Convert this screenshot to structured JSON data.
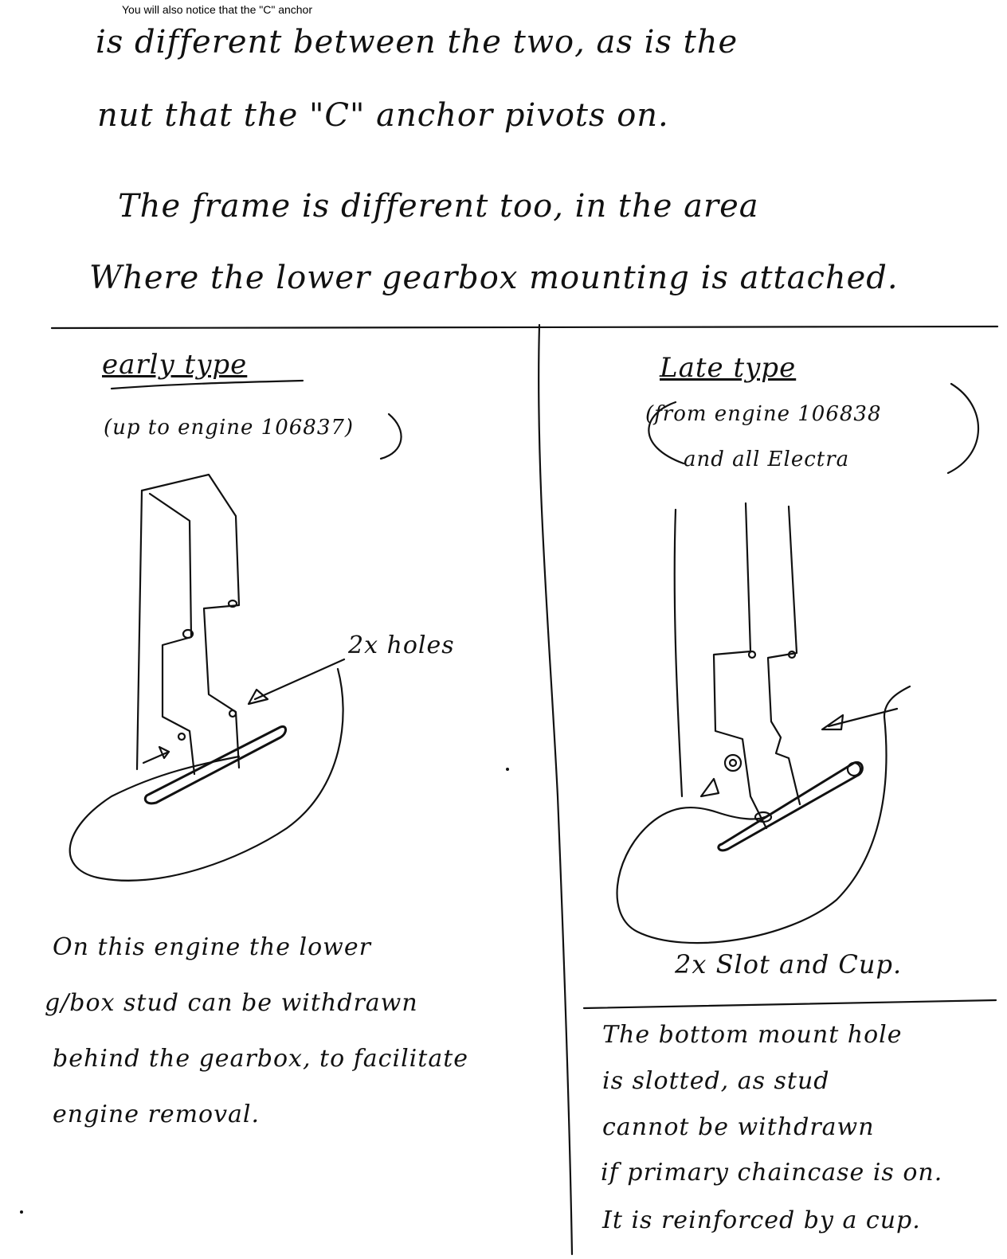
{
  "typed_note": "You will also notice that the \"C\" anchor",
  "intro": {
    "line1": "is different between the two, as is the",
    "line2": "nut that the \"C\" anchor pivots on.",
    "line3": "The frame is different too, in the area",
    "line4": "Where the lower gearbox mounting is attached."
  },
  "early": {
    "title": "early type",
    "range": "(up to engine 106837)",
    "holes_label": "2x holes",
    "note": [
      "On this engine the lower",
      "g/box stud can be withdrawn",
      "behind the gearbox, to facilitate",
      "engine removal."
    ]
  },
  "late": {
    "title": "Late type",
    "range_line1": "(from engine 106838",
    "range_line2": "and all Electra",
    "slot_label": "2x Slot and Cup.",
    "note": [
      "The bottom mount hole",
      "is slotted, as stud",
      "cannot be withdrawn",
      "if primary chaincase is on.",
      "It is reinforced by a cup."
    ]
  }
}
